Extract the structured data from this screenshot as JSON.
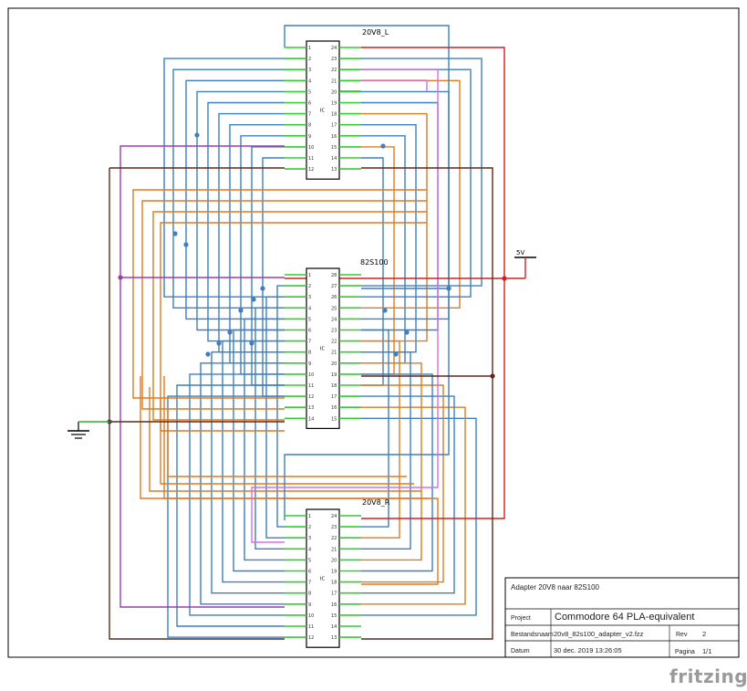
{
  "chips": [
    {
      "id": "left",
      "name": "20V8_L",
      "ic": "IC",
      "pins": 24
    },
    {
      "id": "mid",
      "name": "82S100",
      "ic": "IC",
      "pins": 28
    },
    {
      "id": "right",
      "name": "20V8_R",
      "ic": "IC",
      "pins": 24
    }
  ],
  "power": {
    "label": "5V"
  },
  "title_block": {
    "title": "Adapter 20V8 naar 82S100",
    "project_label": "Project",
    "project_value": "Commodore 64 PLA-equivalent",
    "file_label": "Bestandsnaam",
    "file_value": "20v8_82s100_adapter_v2.fzz",
    "rev_label": "Rev",
    "rev_value": "2",
    "date_label": "Datum",
    "date_value": "30 dec. 2019 13:26:05",
    "page_label": "Pagina",
    "page_value": "1/1"
  },
  "watermark": "fritzing",
  "colors": {
    "blue": "#3d7fc1",
    "orange": "#e07a1f",
    "purple": "#9a3fae",
    "magenta": "#d86ee0",
    "red": "#cc2222",
    "brown": "#5a2a1a",
    "dark": "#444444",
    "pin": "#33cc33"
  }
}
